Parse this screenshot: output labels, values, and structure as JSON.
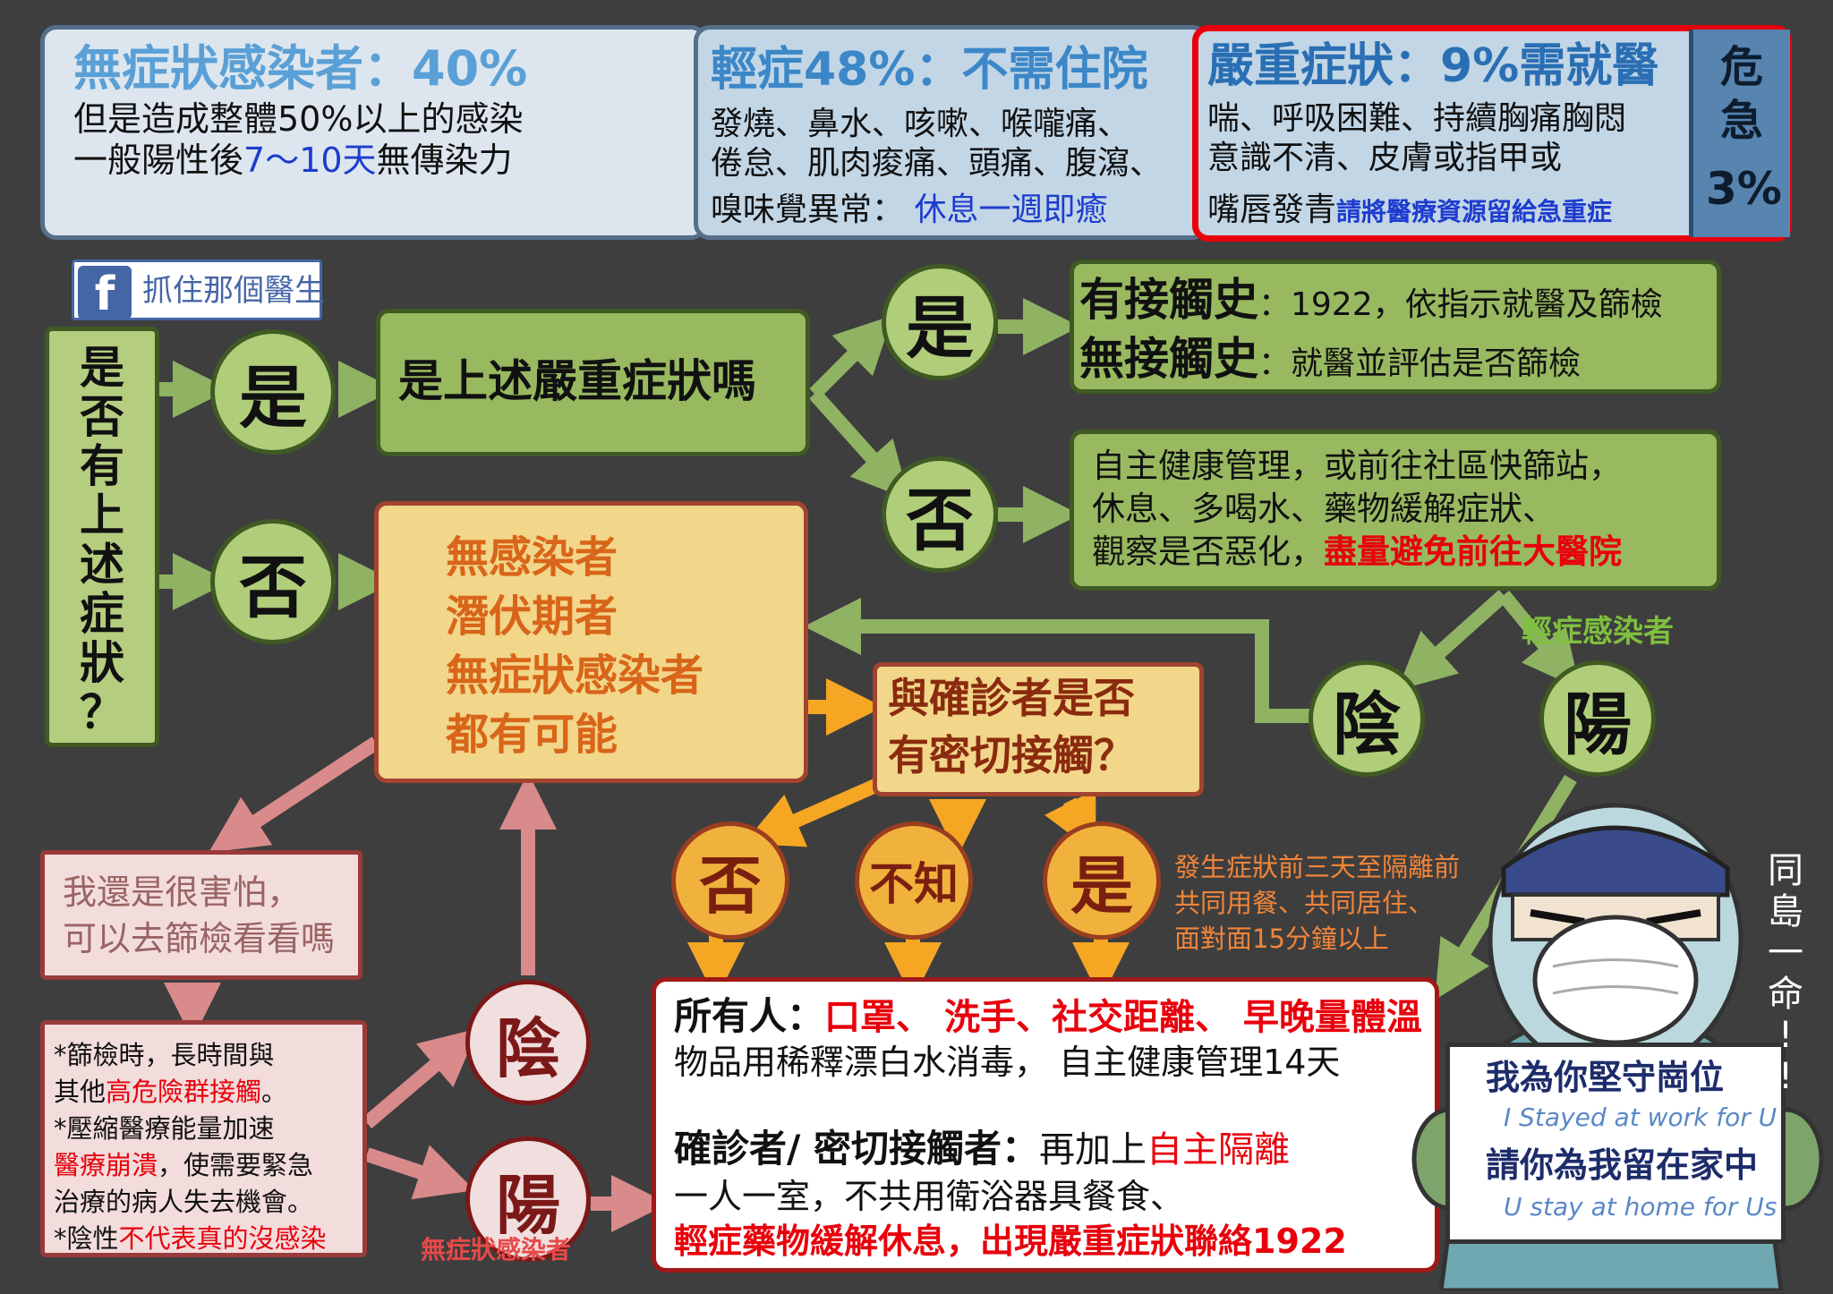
{
  "colors": {
    "bg": "#3e3e3e",
    "green": "#98b960",
    "green_arrow": "#8fb263",
    "orange_arrow": "#f5a623",
    "pink_arrow": "#d98a8a",
    "red": "#e8000c",
    "blue": "#1e3ccf"
  },
  "top": {
    "asymptomatic": {
      "title": "無症狀感染者：40%",
      "line1": "但是造成整體50%以上的感染",
      "line2_a": "一般陽性後",
      "line2_b": "7～10天",
      "line2_c": "無傳染力"
    },
    "mild": {
      "title": "輕症48%：不需住院",
      "line1": "發燒、鼻水、咳嗽、喉嚨痛、",
      "line2": "倦怠、肌肉痠痛、頭痛、腹瀉、",
      "line3_a": "嗅味覺異常：",
      "line3_b": "休息一週即癒"
    },
    "severe": {
      "title": "嚴重症狀：9%需就醫",
      "line1": "喘、呼吸困難、持續胸痛胸悶",
      "line2": "意識不清、皮膚或指甲或",
      "line3_a": "嘴唇發青",
      "line3_b": "請將醫療資源留給急重症"
    },
    "critical": {
      "l1": "危",
      "l2": "急",
      "l3": "3%"
    }
  },
  "fb": {
    "icon": "facebook-icon",
    "label": "抓住那個醫生"
  },
  "flow": {
    "question": [
      "是",
      "否",
      "有",
      "上",
      "述",
      "症",
      "狀",
      "？"
    ],
    "yes": "是",
    "no": "否",
    "severe_q": "是上述嚴重症狀嗎",
    "contact_yes": {
      "a": "有接觸史",
      "b": "：1922，依指示就醫及篩檢"
    },
    "contact_no": {
      "a": "無接觸史",
      "b": "：就醫並評估是否篩檢"
    },
    "self_mgmt": {
      "l1": "自主健康管理，或前往社區快篩站，",
      "l2": "休息、多喝水、藥物緩解症狀、",
      "l3_a": "觀察是否惡化，",
      "l3_b": "盡量避免前往大醫院"
    },
    "possible": [
      "無感染者",
      "潛伏期者",
      "無症狀感染者",
      "都有可能"
    ],
    "close_contact": [
      "與確診者是否",
      "有密切接觸？"
    ],
    "negative": "陰",
    "positive": "陽",
    "mild_infected": "輕症感染者",
    "unknown": "不知",
    "contact_def": [
      "發生症狀前三天至隔離前",
      "共同用餐、共同居住、",
      "面對面15分鐘以上"
    ],
    "scared": [
      "我還是很害怕，",
      "可以去篩檢看看嗎"
    ],
    "notes": [
      {
        "a": "*篩檢時，長時間與",
        "b": ""
      },
      {
        "a": "其他",
        "b": "高危險群接觸",
        "c": "。"
      },
      {
        "a": "*壓縮醫療能量加速",
        "b": ""
      },
      {
        "a": "",
        "b": "醫療崩潰",
        "c": "，使需要緊急"
      },
      {
        "a": "治療的病人失去機會。",
        "b": ""
      },
      {
        "a": "*陰性",
        "b": "不代表真的沒感染",
        "c": ""
      }
    ],
    "asym_infected": "無症狀感染者"
  },
  "all": {
    "l1_a": "所有人：",
    "l1_b": "口罩、 洗手、社交距離、 早晚量體溫",
    "l2": "物品用稀釋漂白水消毒， 自主健康管理14天",
    "l3_a": "確診者/ 密切接觸者：",
    "l3_b": "再加上",
    "l3_c": "自主隔離",
    "l4": "一人一室，不共用衛浴器具餐食、",
    "l5": "輕症藥物緩解休息，出現嚴重症狀聯絡1922"
  },
  "doctor": {
    "sign1": "我為你堅守崗位",
    "sign2": "I Stayed at work for U",
    "sign3": "請你為我留在家中",
    "sign4": "U stay at home for Us",
    "signature": "同島一命!!"
  }
}
